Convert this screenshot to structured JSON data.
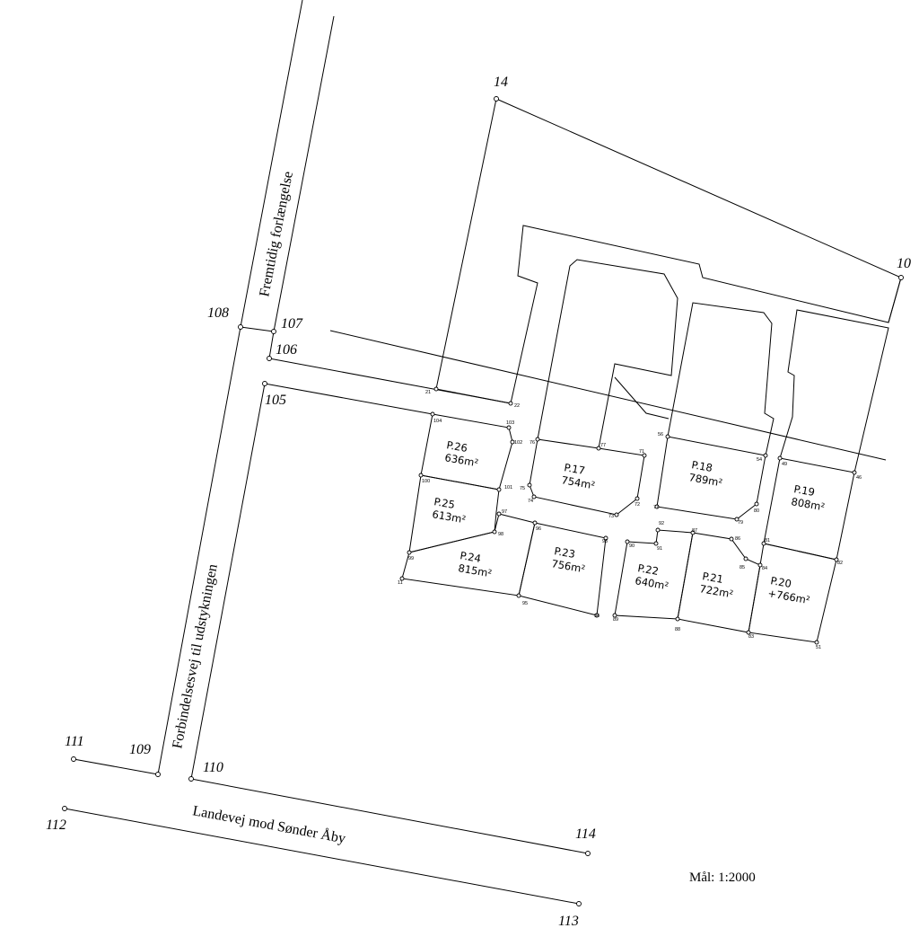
{
  "roads": {
    "future_extension": "Fremtidig forlængelse",
    "connector": "Forbindelsesvej til udstykningen",
    "country_road": "Landevej mod Sønder Åby"
  },
  "scale": "Mål: 1:2000",
  "main_points": {
    "p14": "14",
    "p10": "10",
    "p108": "108",
    "p107": "107",
    "p106": "106",
    "p105": "105",
    "p111": "111",
    "p109": "109",
    "p110": "110",
    "p112": "112",
    "p114": "114",
    "p113": "113"
  },
  "plots": {
    "p26": {
      "name": "P.26",
      "area": "636m²"
    },
    "p25": {
      "name": "P.25",
      "area": "613m²"
    },
    "p24": {
      "name": "P.24",
      "area": "815m²"
    },
    "p23": {
      "name": "P.23",
      "area": "756m²"
    },
    "p17": {
      "name": "P.17",
      "area": "754m²"
    },
    "p18": {
      "name": "P.18",
      "area": "789m²"
    },
    "p19": {
      "name": "P.19",
      "area": "808m²"
    },
    "p22": {
      "name": "P.22",
      "area": "640m²"
    },
    "p21": {
      "name": "P.21",
      "area": "722m²"
    },
    "p20": {
      "name": "P.20",
      "area": "+766m²"
    }
  },
  "small_points": {
    "s21": "21",
    "s22": "22",
    "s104": "104",
    "s103": "103",
    "s102": "102",
    "s76": "76",
    "s77a": "77",
    "s71": "71",
    "s56": "56",
    "s54": "54",
    "s49": "49",
    "s46": "46",
    "s100": "100",
    "s101": "101",
    "s75": "75",
    "s74": "74",
    "s73": "73",
    "s72": "72",
    "s77b": "77",
    "s79": "79",
    "s80": "80",
    "s97": "97",
    "s98": "98",
    "s99": "99",
    "s96": "96",
    "s93": "93",
    "s92": "92",
    "s90": "90",
    "s91": "91",
    "s87": "87",
    "s86": "86",
    "s81": "81",
    "s82": "82",
    "s85": "85",
    "s84": "84",
    "s11": "11",
    "s95": "95",
    "s94": "94",
    "s89": "89",
    "s88": "88",
    "s83": "83",
    "s51": "51"
  }
}
